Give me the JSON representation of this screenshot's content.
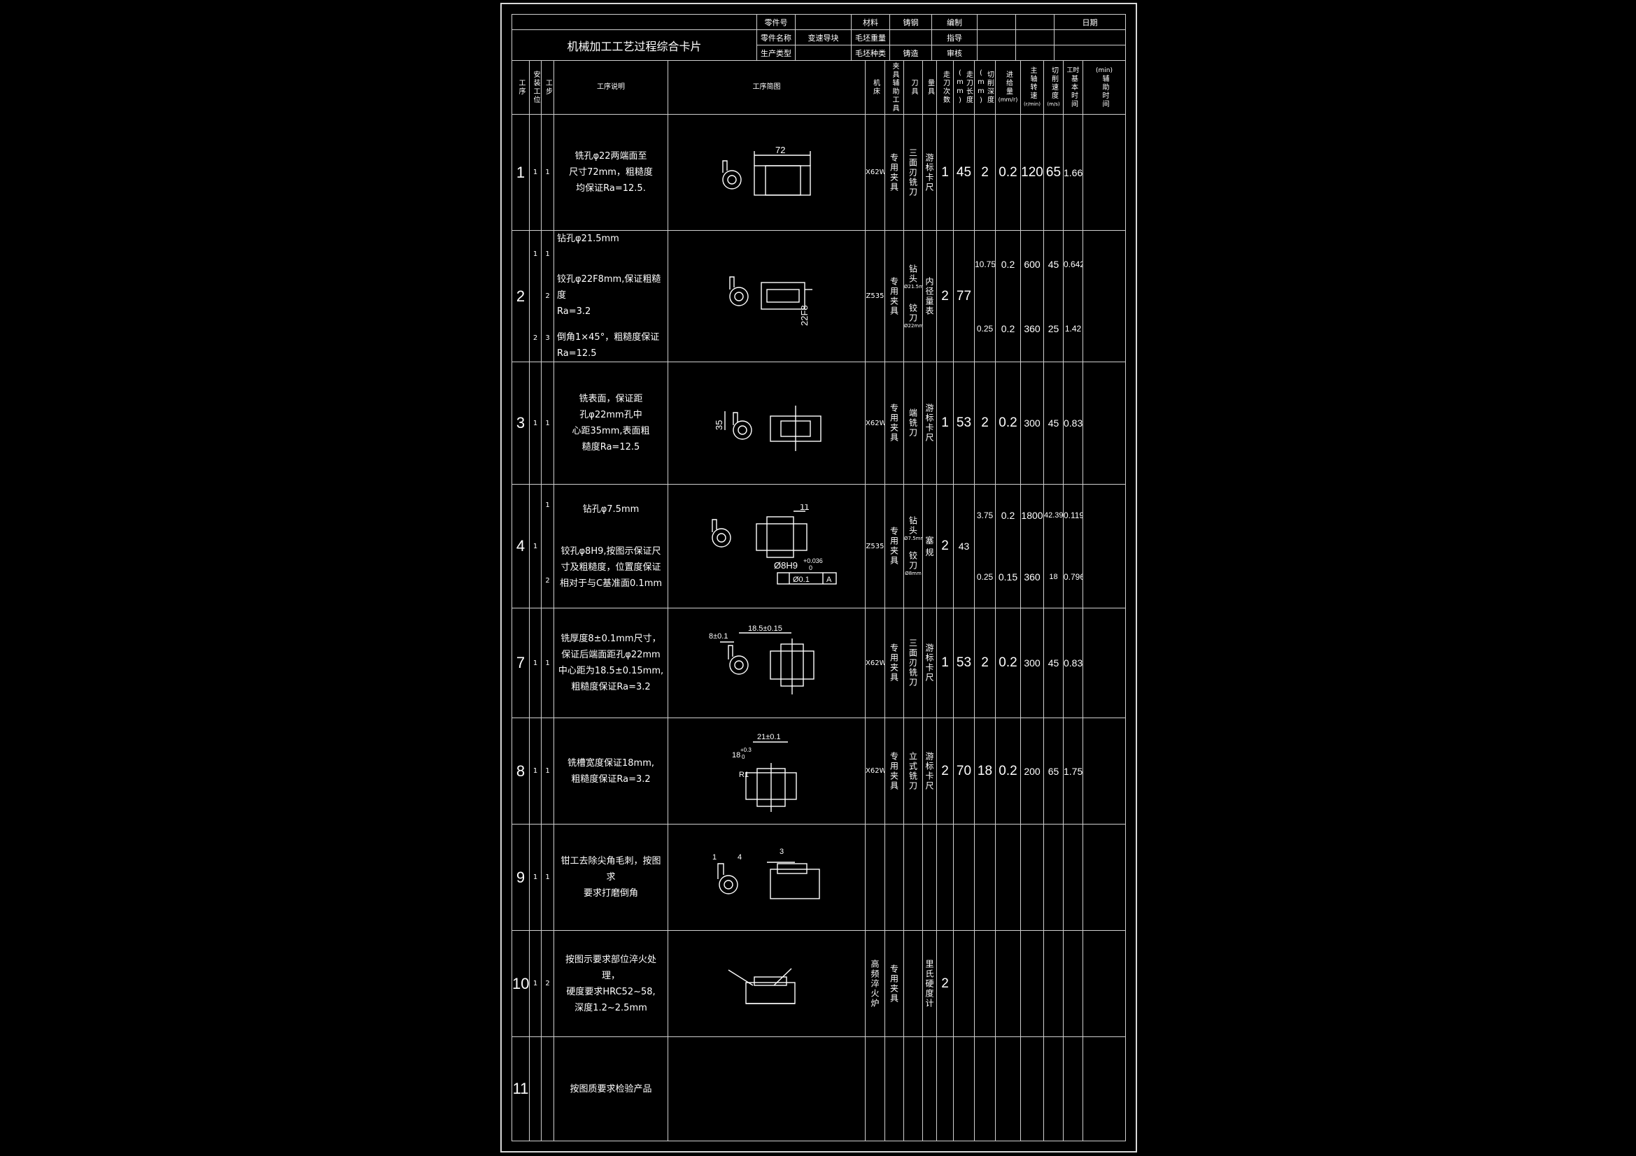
{
  "header": {
    "title": "机械加工工艺过程综合卡片",
    "part_no_label": "零件号",
    "part_name_label": "零件名称",
    "part_name": "变速导块",
    "production_type_label": "生产类型",
    "material_label": "材料",
    "material": "铸钢",
    "blank_weight_label": "毛坯重量",
    "blank_type_label": "毛坯种类",
    "blank_type": "铸造",
    "compiled_label": "编制",
    "date_label": "日期",
    "guide_label": "指导",
    "review_label": "审核"
  },
  "columns": {
    "op": "工序",
    "setup": "安装工位",
    "step": "工步",
    "desc": "工序说明",
    "sketch": "工序简图",
    "machine": "机床",
    "fixture": "夹具辅助工具",
    "tool": "刀具",
    "gauge": "量具",
    "passes": "走刀次数",
    "length": "走刀长度(mm)",
    "depth": "切削深度(mm)",
    "feed": "进给量",
    "feed_unit": "(mm/r)",
    "speed": "主轴转速",
    "speed_unit": "(r/min)",
    "cut_speed": "切削速度",
    "cut_speed_unit": "(m/s)",
    "time_label": "工时",
    "time_unit": "(min)",
    "basic_time": "基本时间",
    "aux_time": "辅助时间"
  },
  "rows": [
    {
      "op": "1",
      "setup": "1",
      "step": "1",
      "desc": [
        "铣孔φ22两端面至",
        "尺寸72mm，粗糙度",
        "均保证Ra=12.5."
      ],
      "machine": "X62W",
      "fixture": "专用夹具",
      "tool": "三面刃铣刀",
      "gauge": "游标卡尺",
      "passes": "1",
      "length": "45",
      "depth": "2",
      "feed": "0.2",
      "speed": "120",
      "cut_speed": "65",
      "basic_time": "1.66",
      "sketch_labels": [
        "72"
      ]
    },
    {
      "op": "2",
      "setup_a": "1",
      "setup_b": "2",
      "step_a": "1",
      "step_b": "2",
      "step_c": "3",
      "desc_a": "钻孔φ21.5mm",
      "desc_b": [
        "铰孔φ22F8mm,保证粗糙度",
        "Ra=3.2"
      ],
      "desc_c": [
        "倒角1×45°，粗糙度保证",
        "Ra=12.5"
      ],
      "machine": "Z535",
      "fixture": "专用夹具",
      "tool_a": "钻头",
      "tool_a_size": "Ø21.5mm",
      "tool_b": "铰刀",
      "tool_b_size": "Ø22mm",
      "gauge": "内径量表",
      "passes": "2",
      "length": "77",
      "depth_a": "10.75",
      "feed_a": "0.2",
      "speed_a": "600",
      "cut_speed_a": "45",
      "basic_time_a": "0.642",
      "depth_b": "0.25",
      "feed_b": "0.2",
      "speed_b": "360",
      "cut_speed_b": "25",
      "basic_time_b": "1.42",
      "sketch_labels": [
        "22F8"
      ]
    },
    {
      "op": "3",
      "setup": "1",
      "step": "1",
      "desc": [
        "铣表面，保证距",
        "孔φ22mm孔中",
        "心距35mm,表面粗",
        "糙度Ra=12.5"
      ],
      "machine": "X62W",
      "fixture": "专用夹具",
      "tool": "端铣刀",
      "gauge": "游标卡尺",
      "passes": "1",
      "length": "53",
      "depth": "2",
      "feed": "0.2",
      "speed": "300",
      "cut_speed": "45",
      "basic_time": "0.83",
      "sketch_labels": [
        "35"
      ]
    },
    {
      "op": "4",
      "setup": "1",
      "step_a": "1",
      "step_b": "2",
      "desc_a": "钻孔φ7.5mm",
      "desc_b": [
        "铰孔φ8H9,按图示保证尺",
        "寸及粗糙度，位置度保证",
        "相对于与C基准面0.1mm"
      ],
      "machine": "Z535",
      "fixture": "专用夹具",
      "tool_a": "钻头",
      "tool_a_size": "Ø7.5mm",
      "tool_b": "铰刀",
      "tool_b_size": "Ø8mm",
      "gauge": "塞规",
      "passes": "2",
      "length": "43",
      "depth_a": "3.75",
      "feed_a": "0.2",
      "speed_a": "1800",
      "cut_speed_a": "42.39",
      "basic_time_a": "0.119",
      "depth_b": "0.25",
      "feed_b": "0.15",
      "speed_b": "360",
      "cut_speed_b": "18",
      "basic_time_b": "0.796",
      "sketch_labels": [
        "11",
        "Ø8H9",
        "+0.036",
        "0",
        "Ø0.1",
        "A"
      ]
    },
    {
      "op": "7",
      "setup": "1",
      "step": "1",
      "desc": [
        "铣厚度8±0.1mm尺寸，",
        "保证后端面距孔φ22mm",
        "中心距为18.5±0.15mm,",
        "粗糙度保证Ra=3.2"
      ],
      "machine": "X62W",
      "fixture": "专用夹具",
      "tool": "三面刃铣刀",
      "gauge": "游标卡尺",
      "passes": "1",
      "length": "53",
      "depth": "2",
      "feed": "0.2",
      "speed": "300",
      "cut_speed": "45",
      "basic_time": "0.83",
      "sketch_labels": [
        "8±0.1",
        "18.5±0.15"
      ]
    },
    {
      "op": "8",
      "setup": "1",
      "step": "1",
      "desc": [
        "铣槽宽度保证18mm,",
        "粗糙度保证Ra=3.2"
      ],
      "machine": "X62W",
      "fixture": "专用夹具",
      "tool": "立式铣刀",
      "gauge": "游标卡尺",
      "passes": "2",
      "length": "70",
      "depth": "18",
      "feed": "0.2",
      "speed": "200",
      "cut_speed": "65",
      "basic_time": "1.75",
      "sketch_labels": [
        "21±0.1",
        "18",
        "+0.3",
        "0",
        "R1"
      ]
    },
    {
      "op": "9",
      "setup": "1",
      "step": "1",
      "desc": [
        "钳工去除尖角毛刺，按图求",
        "要求打磨倒角"
      ],
      "sketch_labels": [
        "1",
        "4",
        "3"
      ]
    },
    {
      "op": "10",
      "setup": "1",
      "step": "2",
      "desc": [
        "按图示要求部位淬火处理，",
        "硬度要求HRC52~58,",
        "深度1.2~2.5mm"
      ],
      "machine": "高频淬火炉",
      "fixture": "专用夹具",
      "gauge": "里氏硬度计",
      "passes": "2"
    },
    {
      "op": "11",
      "desc": [
        "按图质要求检验产品"
      ]
    }
  ]
}
